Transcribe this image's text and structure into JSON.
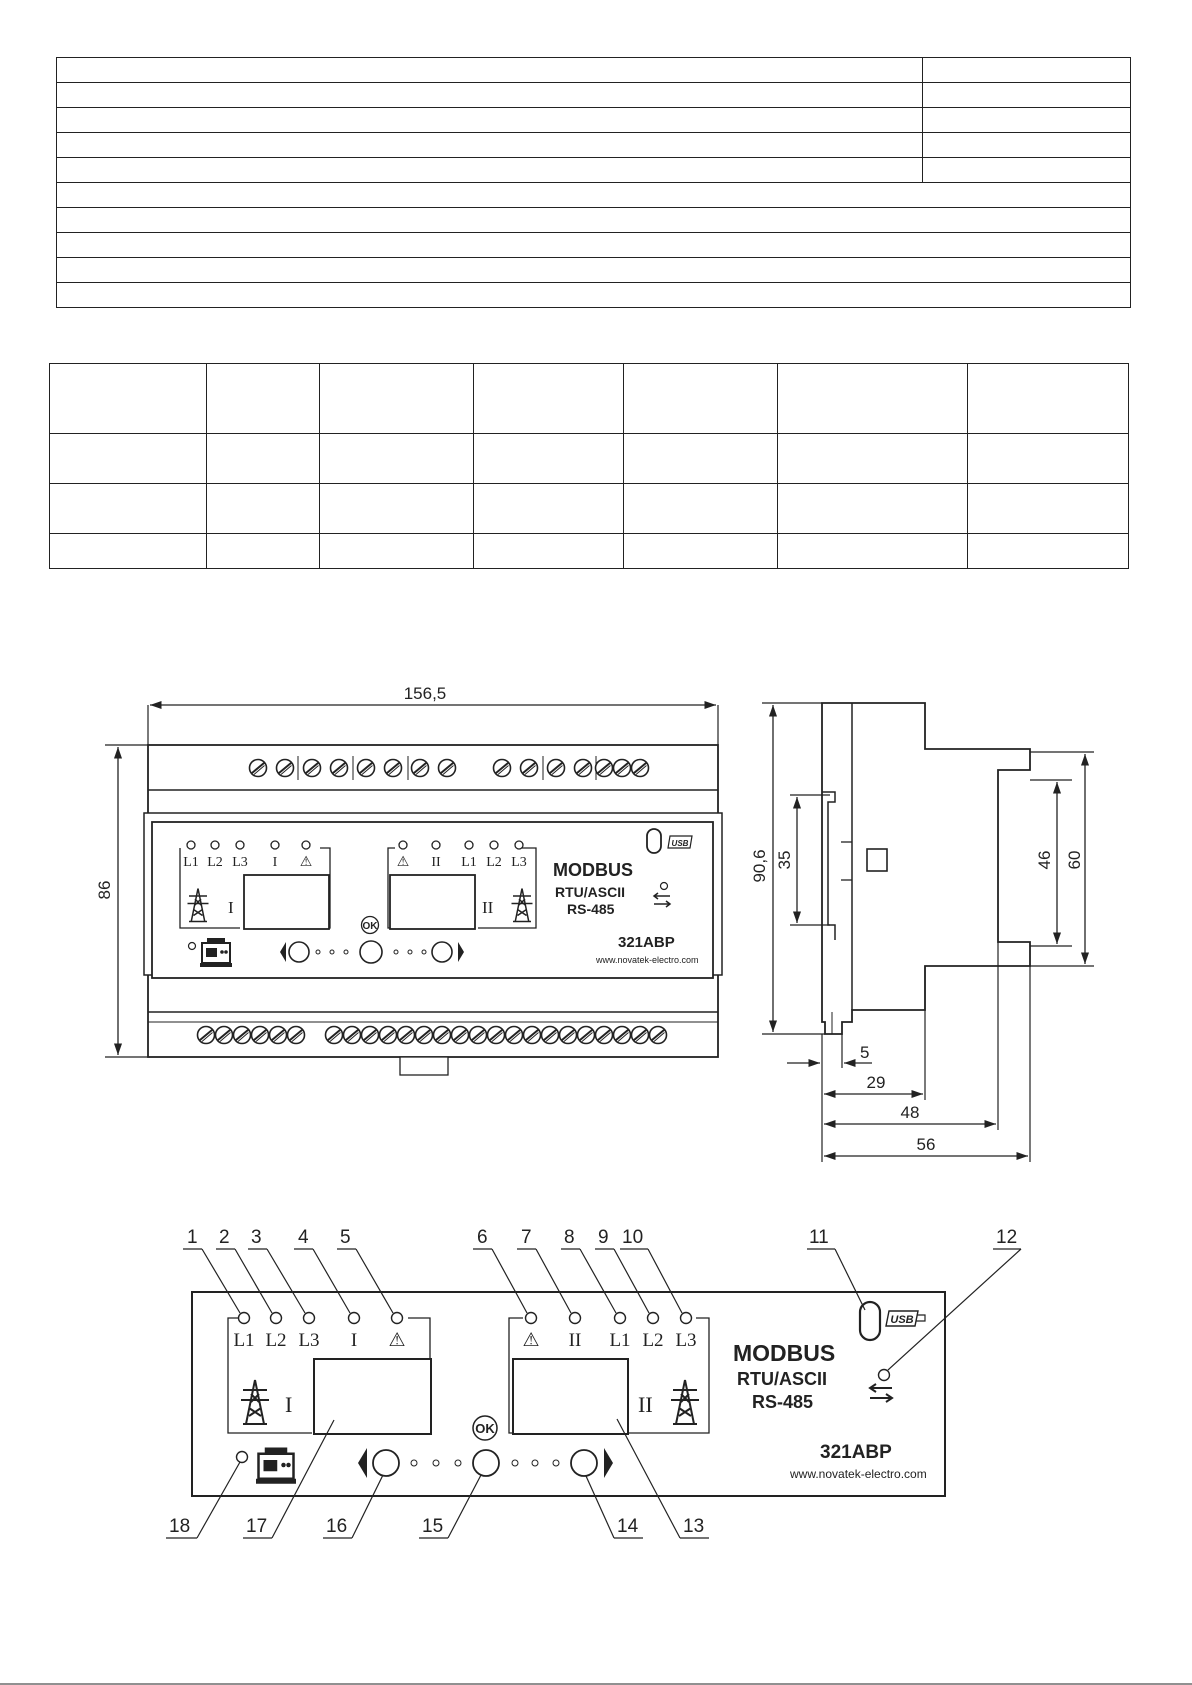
{
  "device": {
    "brand": "MODBUS",
    "protocol": "RTU/ASCII",
    "interface": "RS-485",
    "model": "321ABP",
    "website": "www.novatek-electro.com",
    "usb_label": "USB",
    "ok_label": "OK",
    "led_labels_left": [
      "L1",
      "L2",
      "L3",
      "I",
      "⚠"
    ],
    "led_labels_right": [
      "⚠",
      "II",
      "L1",
      "L2",
      "L3"
    ],
    "input_I": "I",
    "input_II": "II"
  },
  "dimensions": {
    "width": "156,5",
    "height": "86",
    "side_height": "90,6",
    "rail": "35",
    "d5": "5",
    "d29": "29",
    "d48": "48",
    "d56": "56",
    "d46": "46",
    "d60": "60"
  },
  "callouts": [
    "1",
    "2",
    "3",
    "4",
    "5",
    "6",
    "7",
    "8",
    "9",
    "10",
    "11",
    "12",
    "13",
    "14",
    "15",
    "16",
    "17",
    "18"
  ]
}
